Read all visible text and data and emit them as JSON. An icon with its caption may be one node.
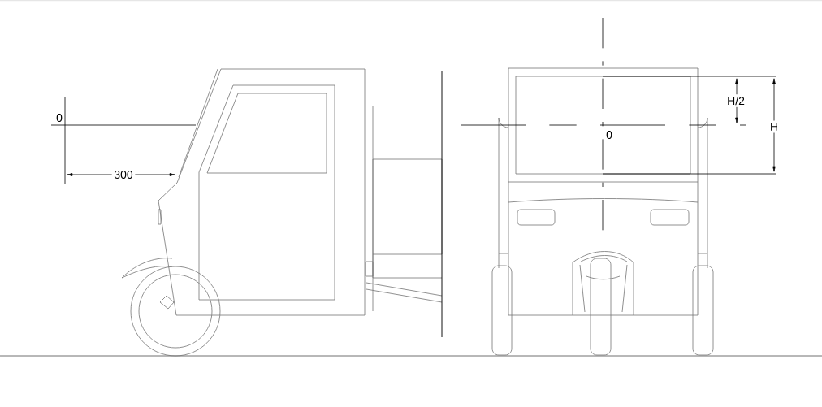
{
  "diagram": {
    "labels": [
      "0",
      "300",
      "H/2",
      "0",
      "H"
    ]
  }
}
